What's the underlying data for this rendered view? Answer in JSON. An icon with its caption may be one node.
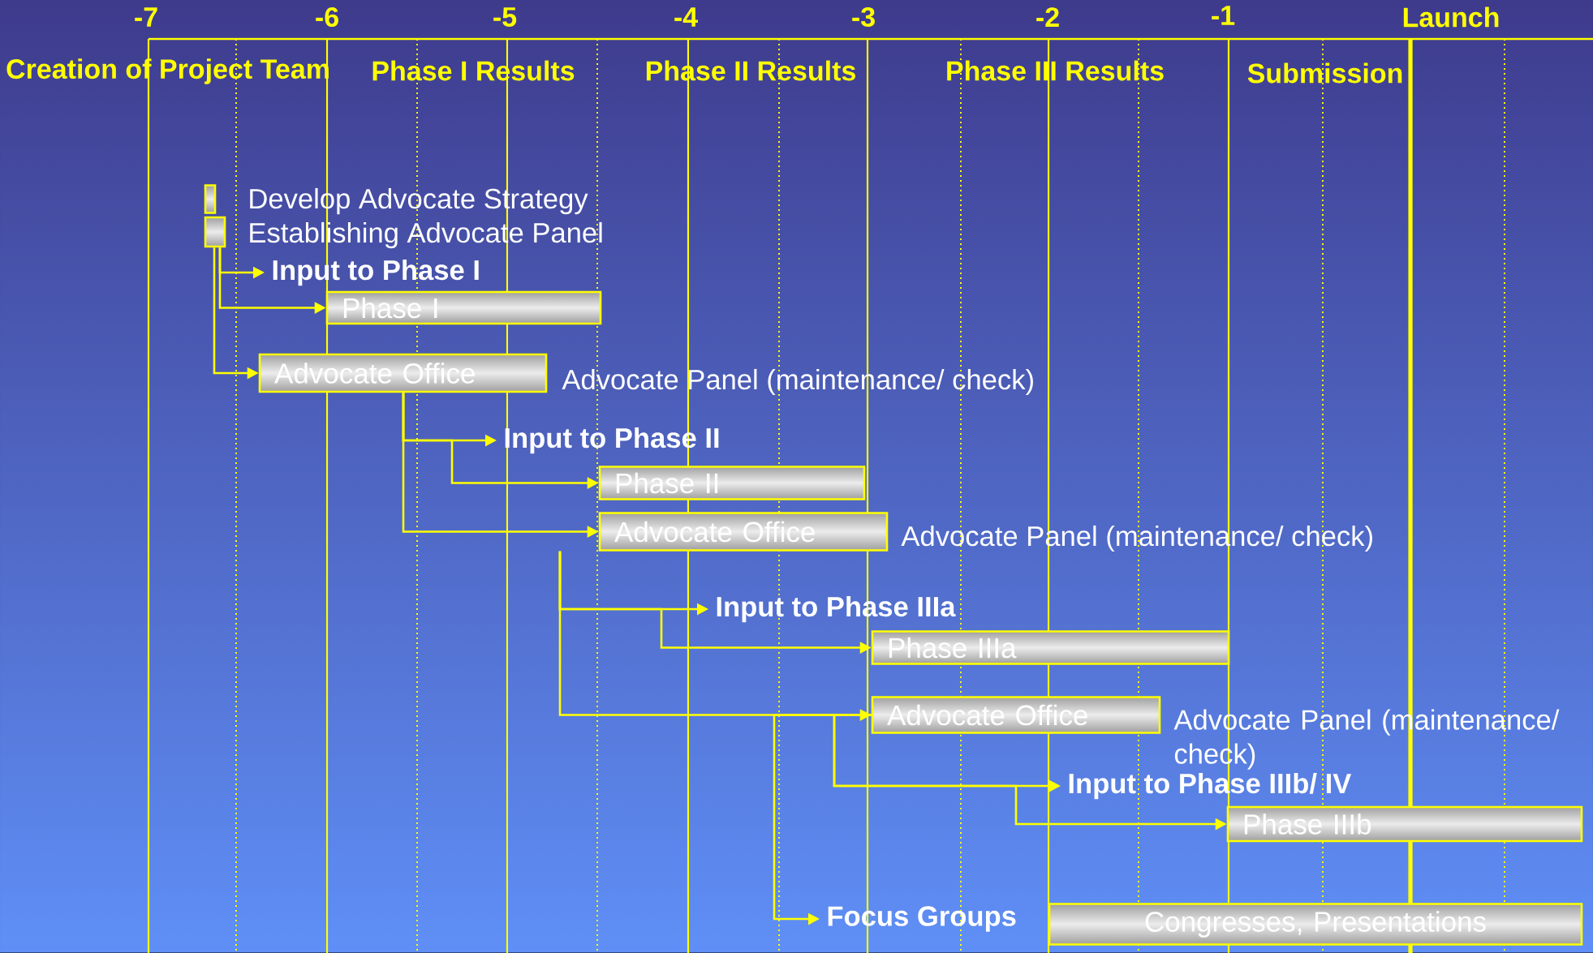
{
  "diagram": {
    "nodes": [
      {
        "text": [],
        "shape": "bar",
        "beside": [
          "Develop Advocate Strategy"
        ]
      },
      {
        "text": [],
        "shape": "bar",
        "beside": [
          "Establishing Advocate Panel"
        ]
      },
      {
        "text": [
          "Input to Phase I"
        ]
      },
      {
        "text": [
          "Phase I"
        ]
      },
      {
        "text": [
          "Advocate Office"
        ],
        "beside": [
          "Advocate Panel (maintenance/ check)"
        ]
      },
      {
        "text": [
          "Input to Phase II"
        ]
      },
      {
        "text": [
          "Phase II"
        ]
      },
      {
        "text": [
          "Advocate Office"
        ],
        "beside": [
          "Advocate Panel (maintenance/ check)"
        ]
      },
      {
        "text": [
          "Input to Phase IIIa"
        ]
      },
      {
        "text": [
          "Phase IIIa"
        ]
      },
      {
        "text": [
          "Advocate Office"
        ],
        "beside": [
          "Advocate Panel (maintenance/ check)"
        ]
      },
      {
        "text": [
          "Input to Phase IIIb/ IV"
        ]
      },
      {
        "text": [
          "Phase IIIb"
        ]
      },
      {
        "text": [
          "Focus Groups"
        ]
      },
      {
        "text": [
          "Congresses, Presentations"
        ]
      }
    ],
    "edges": [
      {
        "from": 1,
        "to": 2,
        "arrow": "to"
      },
      {
        "from": 1,
        "to": 3,
        "arrow": "to"
      },
      {
        "from": 1,
        "to": 4,
        "arrow": "to"
      },
      {
        "from": 4,
        "to": 5,
        "arrow": "to"
      },
      {
        "from": 4,
        "to": 6,
        "arrow": "to"
      },
      {
        "from": 4,
        "to": 7,
        "arrow": "to"
      },
      {
        "from": 7,
        "to": 8,
        "arrow": "to"
      },
      {
        "from": 7,
        "to": 9,
        "arrow": "to"
      },
      {
        "from": 7,
        "to": 10,
        "arrow": "to"
      },
      {
        "from": 10,
        "to": 11,
        "arrow": "to"
      },
      {
        "from": 10,
        "to": 12,
        "arrow": "to"
      },
      {
        "from": 10,
        "to": 13,
        "arrow": "to"
      }
    ],
    "labels": [
      "-7",
      "-6",
      "-5",
      "-4",
      "-3",
      "-2",
      "-1",
      "Launch",
      "Creation of Project Team",
      "Phase I Results",
      "Phase II Results",
      "Phase III Results",
      "Submission"
    ]
  }
}
